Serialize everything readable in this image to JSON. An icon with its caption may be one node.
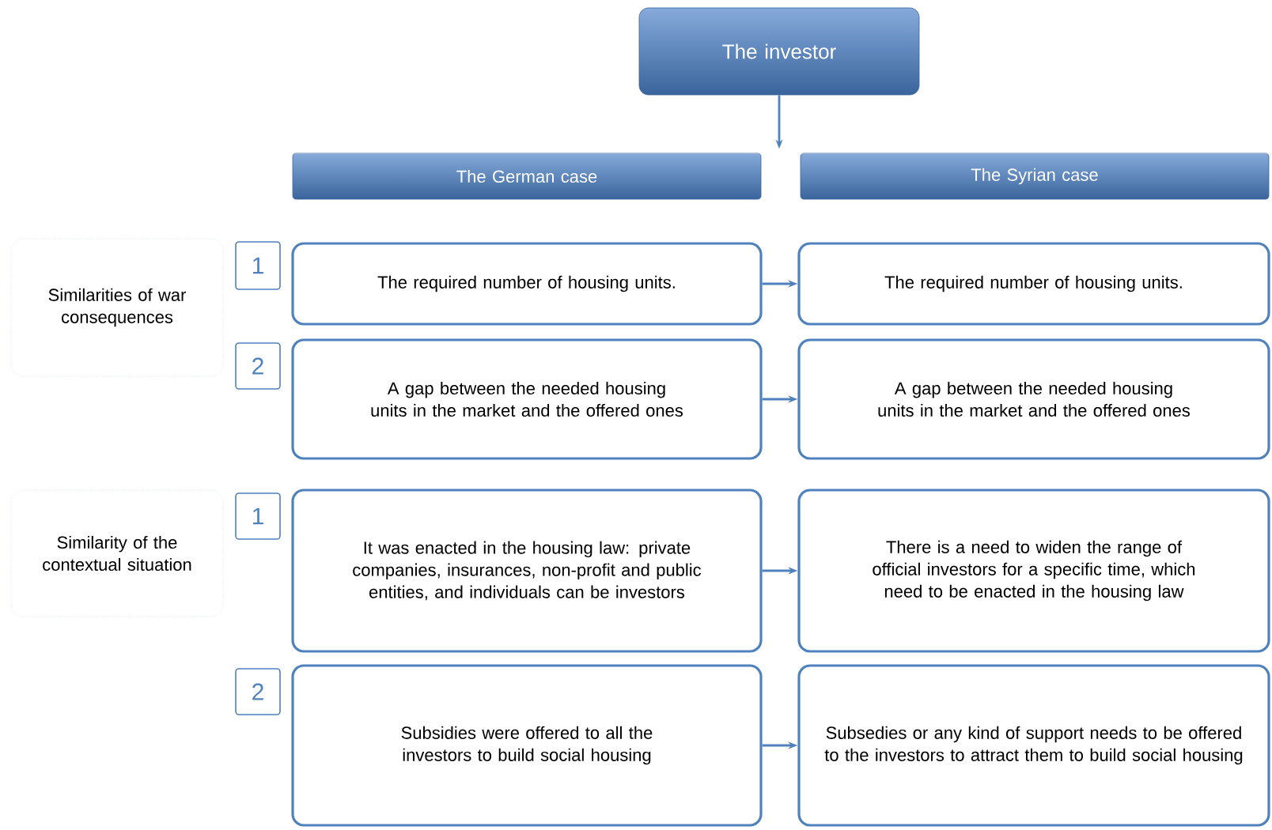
{
  "diagram": {
    "nodes": [
      {
        "text": [
          "The investor"
        ]
      },
      {
        "text": [
          "The German case"
        ]
      },
      {
        "text": [
          "The Syrian case"
        ]
      },
      {
        "text": [
          "Similarities of war consequences"
        ]
      },
      {
        "text": [
          "1"
        ]
      },
      {
        "text": [
          "The required number of housing units."
        ]
      },
      {
        "text": [
          "The required number of housing units."
        ]
      },
      {
        "text": [
          "2"
        ]
      },
      {
        "text": [
          "A gap between the needed housing units in the market and the offered ones"
        ]
      },
      {
        "text": [
          "A gap between the needed housing units in the market and the offered ones"
        ]
      },
      {
        "text": [
          "Similarity of the contextual situation"
        ]
      },
      {
        "text": [
          "1"
        ]
      },
      {
        "text": [
          "It was enacted in the housing law: private companies, insurances, non-profit and public entities, and individuals can be investors"
        ]
      },
      {
        "text": [
          "There is a need to widen the range of official investors for a specific time, which need to be enacted in the housing law"
        ]
      },
      {
        "text": [
          "2"
        ]
      },
      {
        "text": [
          "Subsidies were offered to all the investors to build social housing"
        ]
      },
      {
        "text": [
          "Subsedies or any kind of support needs to be offered to the investors to attract them to build social housing"
        ]
      }
    ],
    "edges": [
      {
        "from": 0,
        "to": null,
        "arrow": "to"
      },
      {
        "from": 5,
        "to": 6,
        "arrow": "to"
      },
      {
        "from": 8,
        "to": 9,
        "arrow": "to"
      },
      {
        "from": 12,
        "to": 13,
        "arrow": "to"
      },
      {
        "from": 15,
        "to": 16,
        "arrow": "to"
      }
    ]
  }
}
